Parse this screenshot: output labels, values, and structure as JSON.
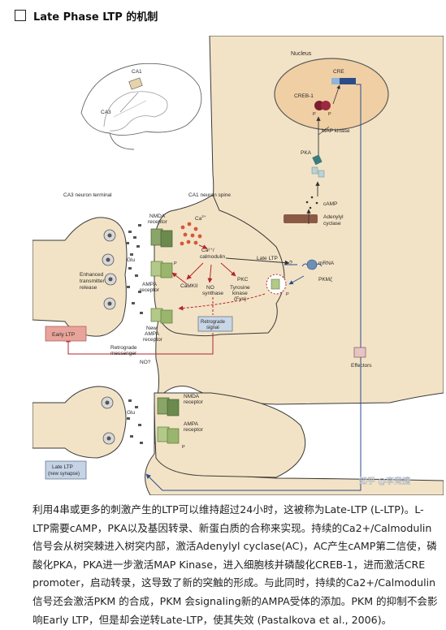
{
  "header": {
    "title": "Late Phase LTP 的机制"
  },
  "figure": {
    "labels": {
      "nucleus": "Nucleus",
      "cre": "CRE",
      "creb1": "CREB-1",
      "p": "P",
      "map_kinase": "MAP kinase",
      "pka": "PKA",
      "camp": "cAMP",
      "adenylyl": "Adenylyl",
      "cyclase": "cyclase",
      "ca1": "CA1",
      "ca3": "CA3",
      "ca3_terminal": "CA3 neuron terminal",
      "ca1_spine": "CA1 neuron spine",
      "nmda": "NMDA",
      "receptor": "receptor",
      "ca2": "Ca",
      "ca2_sup": "2+",
      "ca2_calmodulin": "Ca²⁺/",
      "calmodulin": "calmodulin",
      "late_ltp_arrow": "Late LTP",
      "q": "?",
      "mrna": "mRNA",
      "pkmz": "PKMζ",
      "glu": "Glu",
      "ampa": "AMPA",
      "enhanced1": "Enhanced",
      "enhanced2": "transmitter",
      "enhanced3": "release",
      "camkii": "CaMKII",
      "no_synthase1": "NO",
      "no_synthase2": "synthase",
      "pkc": "PKC",
      "tyrosine1": "Tyrosine",
      "tyrosine2": "kinase",
      "tyrosine3": "(Fyn)",
      "new_ampa1": "New",
      "new_ampa2": "AMPA",
      "new_ampa3": "receptor",
      "retrograde1": "Retrograde",
      "retrograde2": "signal",
      "retro_msg1": "Retrograde",
      "retro_msg2": "messenger",
      "no_q": "NO?",
      "early_ltp": "Early LTP",
      "effectors": "Effectors",
      "late_ltp_box1": "Late LTP",
      "late_ltp_box2": "(new synapse)",
      "watermark": "知乎 @李竞捷"
    }
  },
  "caption": "利用4串或更多的刺激产生的LTP可以维持超过24小时，这被称为Late-LTP (L-LTP)。L-LTP需要cAMP，PKA以及基因转录、新蛋白质的合称来实现。持续的Ca2+/Calmodulin信号会从树突棘进入树突内部，激活Adenylyl cyclase(AC)，AC产生cAMP第二信使，磷酸化PKA，PKA进一步激活MAP Kinase，进入细胞核并磷酸化CREB-1，进而激活CRE promoter，启动转录，这导致了新的突触的形成。与此同时，持续的Ca2+/Calmodulin信号还会激活PKM 的合成，PKM 会signaling新的AMPA受体的添加。PKM 的抑制不会影响Early LTP，但是却会逆转Late-LTP，使其失效 (Pastalkova et al., 2006)。"
}
